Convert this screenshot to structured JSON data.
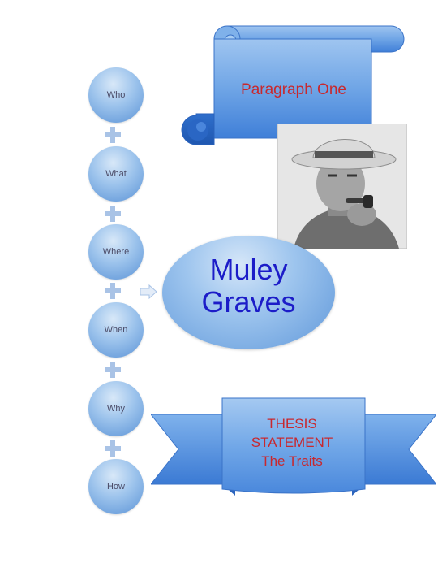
{
  "nodes": [
    "Who",
    "What",
    "Where",
    "When",
    "Why",
    "How"
  ],
  "scroll": {
    "title": "Paragraph One"
  },
  "oval": {
    "line1": "Muley",
    "line2": "Graves"
  },
  "banner": {
    "line1": "THESIS",
    "line2": "STATEMENT",
    "line3": "The Traits"
  },
  "photo": {
    "alt": "portrait of man in hat"
  },
  "colors": {
    "node_blue": "#5a92d6",
    "label_red": "#c8282e",
    "title_blue": "#1c1cc8",
    "scroll_blue": "#4d88d8"
  }
}
